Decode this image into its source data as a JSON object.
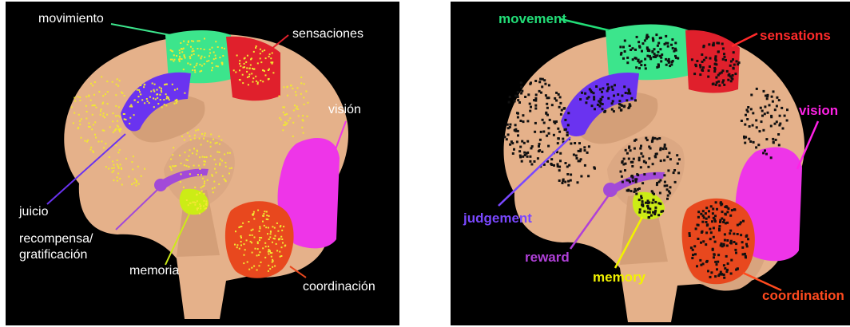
{
  "left_panel": {
    "labels": {
      "movimiento": "movimiento",
      "sensaciones": "sensaciones",
      "vision": "visión",
      "juicio": "juicio",
      "recompensa_line1": "recompensa/",
      "recompensa_line2": "gratificación",
      "memoria": "memoria",
      "coordinacion": "coordinación"
    },
    "dot_color": "#f2e832"
  },
  "right_panel": {
    "labels": {
      "movement": "movement",
      "sensations": "sensations",
      "vision": "vision",
      "judgement": "judgement",
      "reward": "reward",
      "memory": "memory",
      "coordination": "coordination"
    },
    "dot_color": "#111111"
  },
  "colors": {
    "background": "#000000",
    "brain": "#e5b18a",
    "movement": "#3ce58c",
    "sensations": "#e0202c",
    "vision": "#ee35e8",
    "judgement": "#6a33f0",
    "reward": "#a24ad8",
    "memory": "#ccec16",
    "coordination": "#e8481e",
    "label_movement": "#22dd77",
    "label_sensations": "#ff2a2a",
    "label_vision": "#ff22e6",
    "label_judgement": "#7a48ff",
    "label_reward": "#b040d8",
    "label_memory": "#f2f200",
    "label_coordination": "#ff4a1e"
  }
}
